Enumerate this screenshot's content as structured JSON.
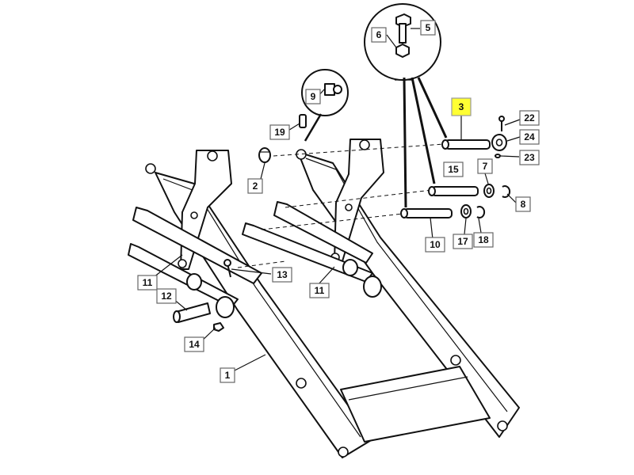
{
  "highlight_color": "#ffff33",
  "callouts": [
    {
      "id": "c1",
      "label": "1",
      "highlight": false
    },
    {
      "id": "c2",
      "label": "2",
      "highlight": false
    },
    {
      "id": "c3",
      "label": "3",
      "highlight": true
    },
    {
      "id": "c5",
      "label": "5",
      "highlight": false
    },
    {
      "id": "c6",
      "label": "6",
      "highlight": false
    },
    {
      "id": "c7",
      "label": "7",
      "highlight": false
    },
    {
      "id": "c8",
      "label": "8",
      "highlight": false
    },
    {
      "id": "c9",
      "label": "9",
      "highlight": false
    },
    {
      "id": "c10",
      "label": "10",
      "highlight": false
    },
    {
      "id": "c11a",
      "label": "11",
      "highlight": false
    },
    {
      "id": "c11b",
      "label": "11",
      "highlight": false
    },
    {
      "id": "c12",
      "label": "12",
      "highlight": false
    },
    {
      "id": "c13",
      "label": "13",
      "highlight": false
    },
    {
      "id": "c14",
      "label": "14",
      "highlight": false
    },
    {
      "id": "c15",
      "label": "15",
      "highlight": false
    },
    {
      "id": "c17",
      "label": "17",
      "highlight": false
    },
    {
      "id": "c18",
      "label": "18",
      "highlight": false
    },
    {
      "id": "c19",
      "label": "19",
      "highlight": false
    },
    {
      "id": "c22",
      "label": "22",
      "highlight": false
    },
    {
      "id": "c23",
      "label": "23",
      "highlight": false
    },
    {
      "id": "c24",
      "label": "24",
      "highlight": false
    }
  ]
}
